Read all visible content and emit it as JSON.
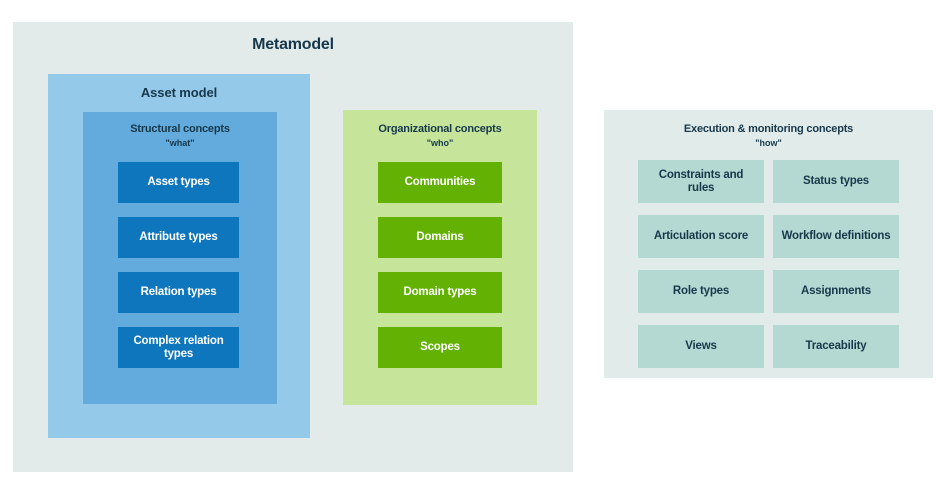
{
  "diagram": {
    "title": "Metamodel",
    "colors": {
      "outer_panel": "#e2eaea",
      "asset_model_panel": "#95c9ea",
      "structural_panel": "#63abdd",
      "structural_box": "#0e76bc",
      "organizational_panel": "#c6e59b",
      "organizational_box": "#62b103",
      "execution_panel": "#e1ecea",
      "execution_box": "#b4d9d2",
      "text_dark": "#17384a",
      "text_light": "#ffffff"
    },
    "asset_model": {
      "title": "Asset model",
      "groups": [
        {
          "title": "Structural concepts",
          "subtitle": "\"what\"",
          "items": [
            "Asset types",
            "Attribute types",
            "Relation types",
            "Complex relation types"
          ]
        }
      ]
    },
    "organizational": {
      "title": "Organizational concepts",
      "subtitle": "\"who\"",
      "items": [
        "Communities",
        "Domains",
        "Domain types",
        "Scopes"
      ]
    },
    "execution": {
      "title": "Execution & monitoring concepts",
      "subtitle": "\"how\"",
      "items_left": [
        "Constraints and rules",
        "Articulation score",
        "Role types",
        "Views"
      ],
      "items_right": [
        "Status types",
        "Workflow definitions",
        "Assignments",
        "Traceability"
      ]
    }
  }
}
